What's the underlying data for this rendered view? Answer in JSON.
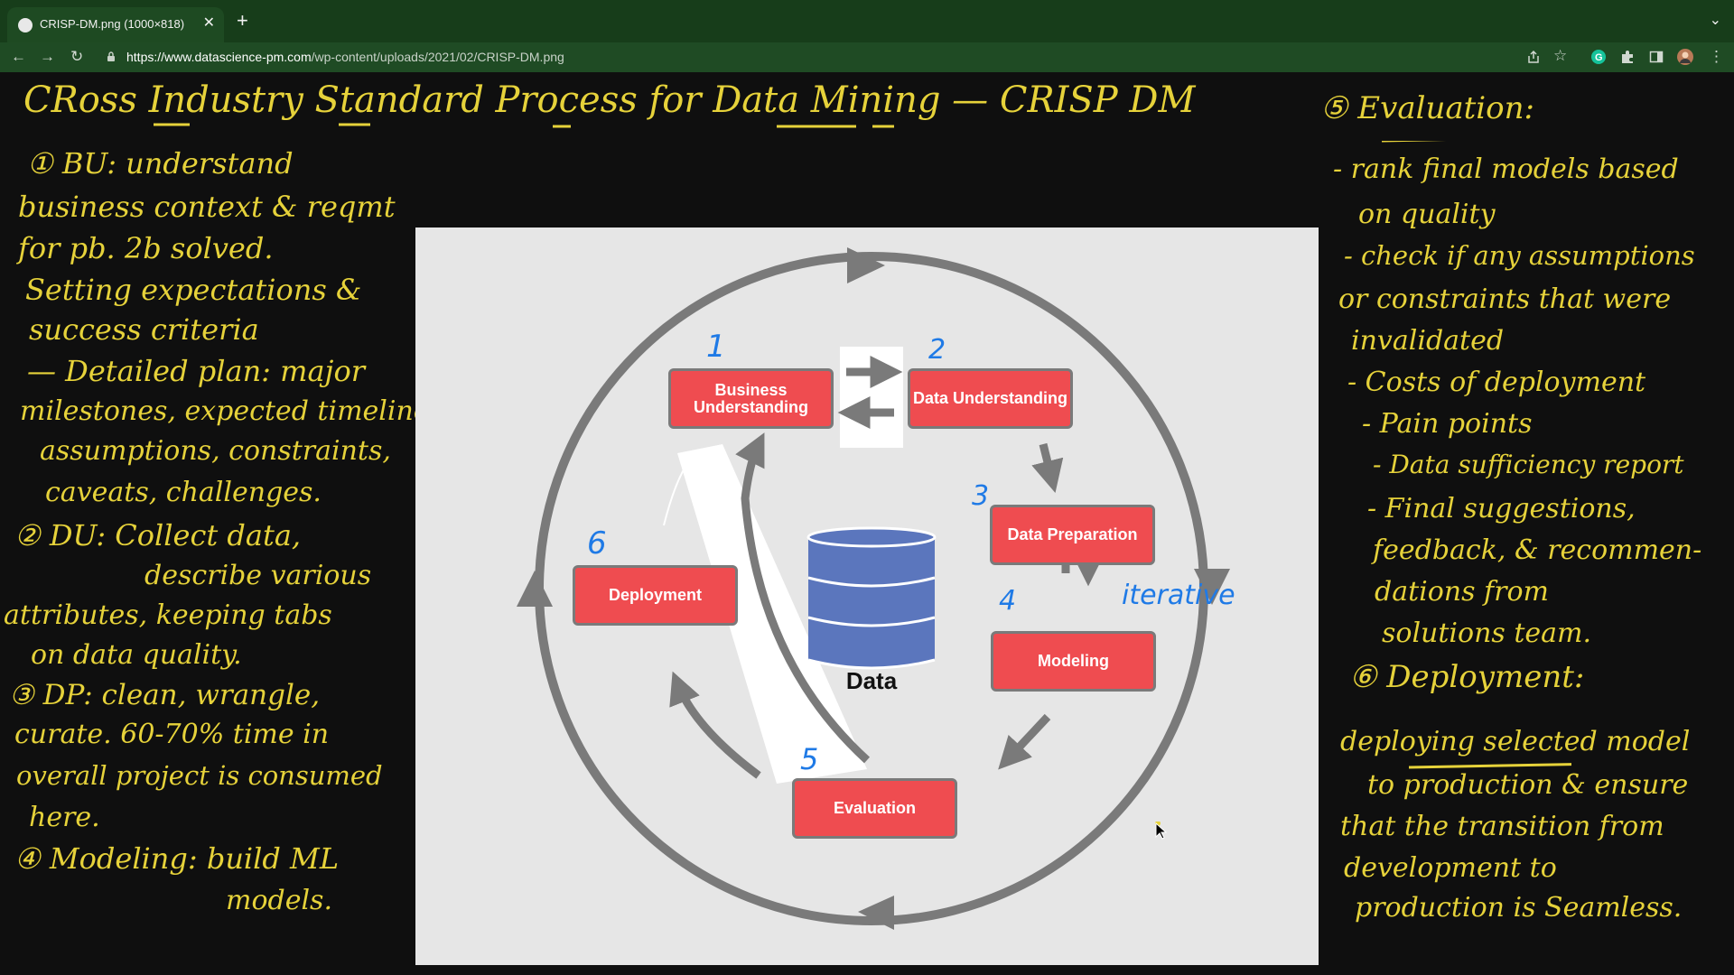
{
  "browser": {
    "tab_title": "CRISP-DM.png (1000×818)",
    "url_domain": "https://www.datascience-pm.com",
    "url_path": "/wp-content/uploads/2021/02/CRISP-DM.png",
    "icons": [
      "globe-icon",
      "close-icon",
      "plus-icon",
      "chevron-down-icon",
      "back-arrow-icon",
      "forward-arrow-icon",
      "reload-icon",
      "lock-icon",
      "share-icon",
      "star-icon",
      "grammarly-icon",
      "puzzle-icon",
      "sidepanel-icon",
      "avatar",
      "kebab-menu-icon"
    ]
  },
  "diagram": {
    "center_label": "Data",
    "steps": [
      {
        "num": "1",
        "label": "Business Understanding"
      },
      {
        "num": "2",
        "label": "Data Understanding"
      },
      {
        "num": "3",
        "label": "Data Preparation"
      },
      {
        "num": "4",
        "label": "Modeling"
      },
      {
        "num": "5",
        "label": "Evaluation"
      },
      {
        "num": "6",
        "label": "Deployment"
      }
    ],
    "iterative_note": "iterative",
    "colors": {
      "box": "#ef4c50",
      "arrow": "#7a7a7a",
      "data": "#5b76bd",
      "ink_yellow": "#e6d23a",
      "ink_blue": "#1f7ae6"
    }
  },
  "notes": {
    "title": "CRoss Industry Standard Process for Data Mining — CRISP DM",
    "left": [
      "① BU: understand",
      "business context & reqmt",
      "for pb. 2b solved.",
      "Setting expectations &",
      "success criteria",
      "— Detailed plan: major",
      "milestones, expected timelines,",
      "assumptions, constraints,",
      "caveats, challenges.",
      "② DU: Collect data,",
      "describe various",
      "attributes, keeping tabs",
      "on data quality.",
      "③ DP: clean, wrangle,",
      "curate. 60-70% time in",
      "overall project is consumed",
      "here.",
      "④ Modeling: build ML",
      "models."
    ],
    "right": [
      "⑤ Evaluation:",
      "- rank final models based",
      "on quality",
      "- check if any assumptions",
      "or constraints that were",
      "invalidated",
      "- Costs of deployment",
      "- Pain points",
      "- Data sufficiency report",
      "- Final suggestions,",
      "feedback, & recommen-",
      "dations from",
      "solutions team.",
      "⑥ Deployment:",
      "deploying selected model",
      "to production & ensure",
      "that the transition from",
      "development to",
      "production is Seamless."
    ]
  }
}
